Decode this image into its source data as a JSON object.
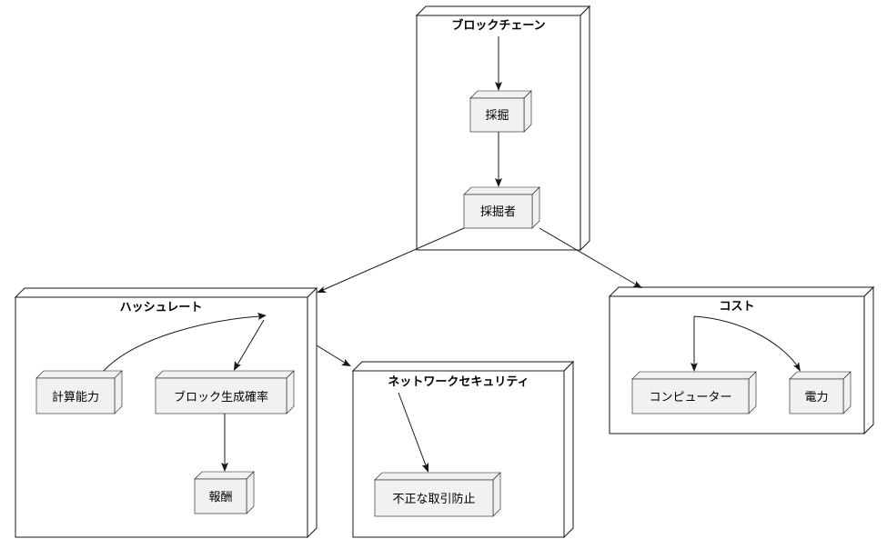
{
  "containers": {
    "blockchain": {
      "title": "ブロックチェーン"
    },
    "hashrate": {
      "title": "ハッシュレート"
    },
    "cost": {
      "title": "コスト"
    },
    "security": {
      "title": "ネットワークセキュリティ"
    }
  },
  "nodes": {
    "mining": "採掘",
    "miner": "採掘者",
    "compute": "計算能力",
    "block_prob": "ブロック生成確率",
    "reward": "報酬",
    "computer": "コンピューター",
    "power": "電力",
    "fraud_prevention": "不正な取引防止"
  },
  "edges": [
    {
      "from": "blockchain.title",
      "to": "mining"
    },
    {
      "from": "mining",
      "to": "miner"
    },
    {
      "from": "miner",
      "to": "hashrate"
    },
    {
      "from": "miner",
      "to": "cost"
    },
    {
      "from": "compute",
      "to": "hashrate.title"
    },
    {
      "from": "hashrate.title",
      "to": "block_prob"
    },
    {
      "from": "block_prob",
      "to": "reward"
    },
    {
      "from": "hashrate",
      "to": "security"
    },
    {
      "from": "security.title",
      "to": "fraud_prevention"
    },
    {
      "from": "cost.title",
      "to": "computer"
    },
    {
      "from": "cost.title",
      "to": "power"
    }
  ]
}
